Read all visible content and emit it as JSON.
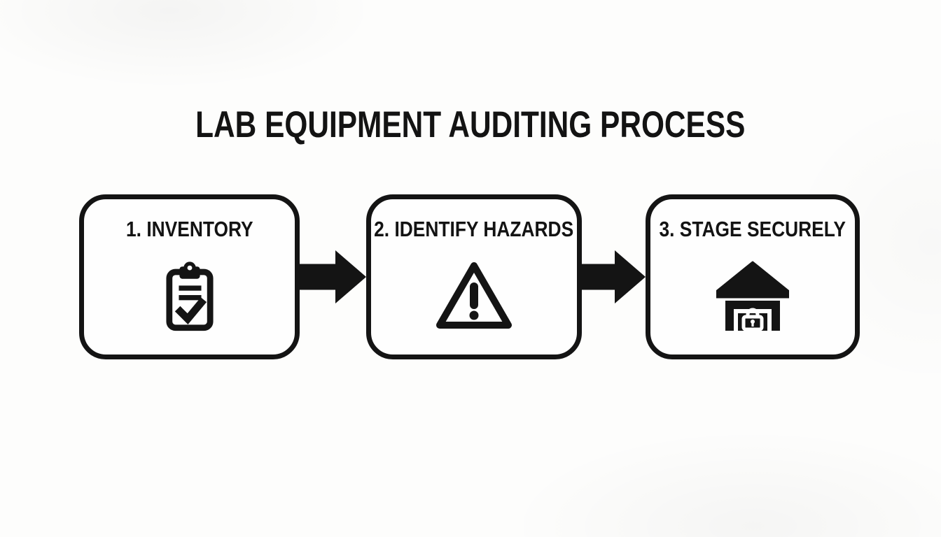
{
  "page": {
    "title": "LAB EQUIPMENT AUDITING PROCESS"
  },
  "steps": [
    {
      "label": "1. INVENTORY",
      "icon": "clipboard-checklist-icon"
    },
    {
      "label": "2. IDENTIFY HAZARDS",
      "icon": "warning-triangle-icon"
    },
    {
      "label": "3. STAGE SECURELY",
      "icon": "locked-warehouse-icon"
    }
  ],
  "colors": {
    "ink": "#141414",
    "background": "#fdfdfc"
  }
}
